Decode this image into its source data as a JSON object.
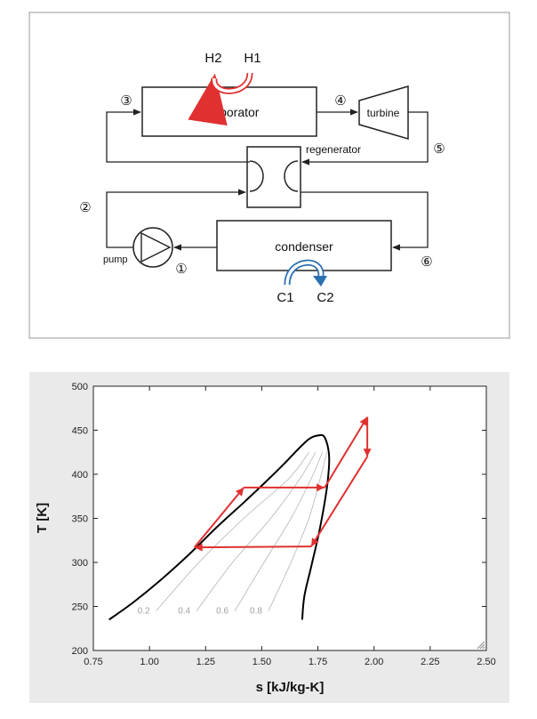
{
  "schematic": {
    "components": {
      "evaporator": "evaporator",
      "turbine": "turbine",
      "regenerator": "regenerator",
      "condenser": "condenser",
      "pump": "pump"
    },
    "hot_in": "H1",
    "hot_out": "H2",
    "cold_in": "C1",
    "cold_out": "C2",
    "states": [
      "①",
      "②",
      "③",
      "④",
      "⑤",
      "⑥"
    ],
    "colors": {
      "hot_stream": "#e03030",
      "cold_stream": "#2a6fb0",
      "lines": "#222222"
    }
  },
  "chart_data": {
    "type": "line",
    "title": "",
    "xlabel": "s [kJ/kg-K]",
    "ylabel": "T [K]",
    "xlim": [
      0.75,
      2.5
    ],
    "ylim": [
      200,
      500
    ],
    "x_ticks": [
      0.75,
      1.0,
      1.25,
      1.5,
      1.75,
      2.0,
      2.25,
      2.5
    ],
    "x_tick_labels": [
      "0.75",
      "1.00",
      "1.25",
      "1.50",
      "1.75",
      "2.00",
      "2.25",
      "2.50"
    ],
    "y_ticks": [
      200,
      250,
      300,
      350,
      400,
      450,
      500
    ],
    "y_tick_labels": [
      "200",
      "250",
      "300",
      "350",
      "400",
      "450",
      "500"
    ],
    "grid": false,
    "saturation_dome": {
      "color": "#000000",
      "x": [
        0.82,
        0.93,
        1.05,
        1.18,
        1.3,
        1.42,
        1.52,
        1.6,
        1.66,
        1.71,
        1.75,
        1.78,
        1.8,
        1.79,
        1.76,
        1.72,
        1.69,
        1.68
      ],
      "y": [
        235,
        255,
        280,
        310,
        340,
        368,
        392,
        412,
        428,
        440,
        444,
        442,
        420,
        385,
        340,
        295,
        262,
        235
      ]
    },
    "quality_lines": [
      {
        "label": "0.2",
        "x": [
          1.03,
          1.22,
          1.42,
          1.62,
          1.71
        ],
        "y": [
          245,
          300,
          350,
          395,
          425
        ]
      },
      {
        "label": "0.4",
        "x": [
          1.21,
          1.37,
          1.54,
          1.67,
          1.74
        ],
        "y": [
          245,
          300,
          350,
          395,
          425
        ]
      },
      {
        "label": "0.6",
        "x": [
          1.38,
          1.51,
          1.63,
          1.72,
          1.77
        ],
        "y": [
          245,
          300,
          350,
          395,
          425
        ]
      },
      {
        "label": "0.8",
        "x": [
          1.53,
          1.63,
          1.71,
          1.76,
          1.79
        ],
        "y": [
          245,
          300,
          350,
          395,
          425
        ]
      }
    ],
    "cycle": {
      "color": "#e03030",
      "x": [
        1.2,
        1.42,
        1.78,
        1.97,
        1.97,
        1.72,
        1.2
      ],
      "y": [
        317,
        385,
        385,
        465,
        420,
        318,
        317
      ]
    }
  }
}
